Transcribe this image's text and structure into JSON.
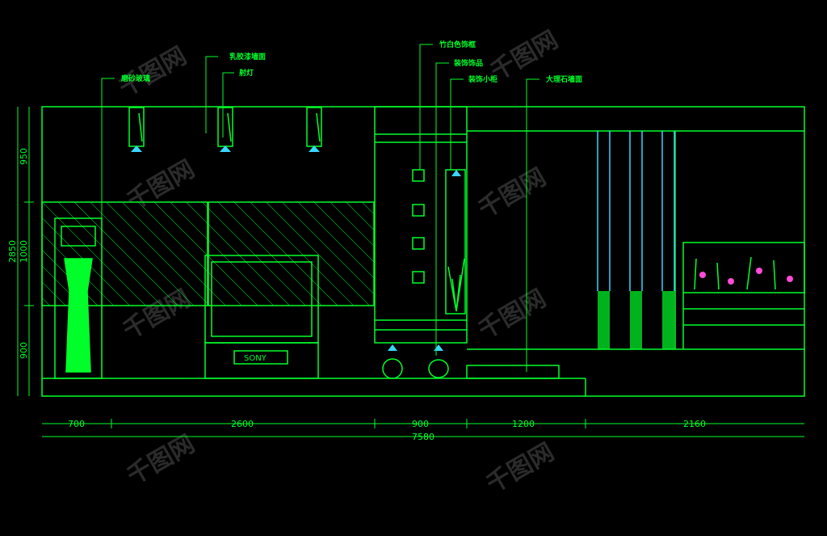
{
  "colors": {
    "background": "#000000",
    "line": "#00ff2a",
    "accent_cyan": "#39d6ff",
    "accent_magenta": "#ff4bd8",
    "watermark": "#2a2a2a"
  },
  "labels": {
    "frosted_glass": "磨砂玻璃",
    "latex_paint_wall": "乳胶漆墙面",
    "spotlight": "射灯",
    "bamboo_decor_frame": "竹白色饰框",
    "decor_item": "装饰饰品",
    "decor_shelf": "装饰小柜",
    "marble_wall": "大理石墙面"
  },
  "tv_brand": "SONY",
  "dimensions": {
    "vertical": [
      "950",
      "1000",
      "900",
      "2850"
    ],
    "horizontal": [
      "700",
      "2600",
      "900",
      "1200",
      "2160"
    ],
    "total": "7580"
  },
  "watermark_text": "千图网"
}
